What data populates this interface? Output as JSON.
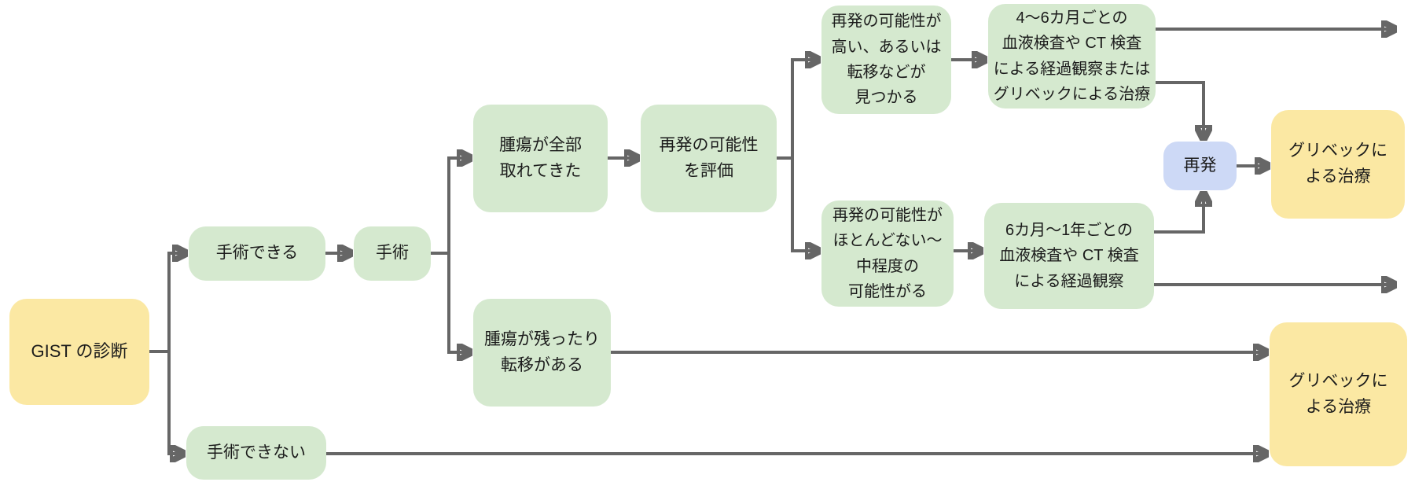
{
  "diagram": {
    "type": "flowchart",
    "language": "ja",
    "topic": "GIST treatment decision flow",
    "colors": {
      "green_node": "#d5e9cf",
      "yellow_node": "#fbe8a3",
      "blue_node": "#cdd9f6",
      "connector": "#666666",
      "text": "#1b1b1b",
      "background": "#ffffff"
    },
    "nodes": {
      "diagnosis": {
        "label": "GIST の診断",
        "color": "yellow"
      },
      "operable": {
        "label": "手術できる",
        "color": "green"
      },
      "surgery": {
        "label": "手術",
        "color": "green"
      },
      "inoperable": {
        "label": "手術できない",
        "color": "green"
      },
      "tumor_removed": {
        "label": "腫瘍が全部\n取れてきた",
        "color": "green"
      },
      "tumor_remains": {
        "label": "腫瘍が残ったり\n転移がある",
        "color": "green"
      },
      "evaluate": {
        "label": "再発の可能性\nを評価",
        "color": "green"
      },
      "high_risk": {
        "label": "再発の可能性が\n高い、あるいは\n転移などが\n見つかる",
        "color": "green"
      },
      "low_risk": {
        "label": "再発の可能性が\nほとんどない〜\n中程度の\n可能性がる",
        "color": "green"
      },
      "followup_4_6": {
        "label": "4〜6カ月ごとの\n血液検査や CT 検査\nによる経過観察または\nグリベックによる治療",
        "color": "green"
      },
      "followup_6_12": {
        "label": "6カ月〜1年ごとの\n血液検査や CT 検査\nによる経過観察",
        "color": "green"
      },
      "recurrence": {
        "label": "再発",
        "color": "blue"
      },
      "gleevec_top": {
        "label": "グリベックに\nよる治療",
        "color": "yellow"
      },
      "gleevec_bottom": {
        "label": "グリベックに\nよる治療",
        "color": "yellow"
      }
    },
    "edges": [
      {
        "from": "diagnosis",
        "to": "operable"
      },
      {
        "from": "diagnosis",
        "to": "inoperable"
      },
      {
        "from": "operable",
        "to": "surgery"
      },
      {
        "from": "surgery",
        "to": "tumor_removed"
      },
      {
        "from": "surgery",
        "to": "tumor_remains"
      },
      {
        "from": "tumor_removed",
        "to": "evaluate"
      },
      {
        "from": "evaluate",
        "to": "high_risk"
      },
      {
        "from": "evaluate",
        "to": "low_risk"
      },
      {
        "from": "high_risk",
        "to": "followup_4_6"
      },
      {
        "from": "followup_4_6",
        "to": "off-chart-right-top"
      },
      {
        "from": "followup_4_6",
        "to": "recurrence"
      },
      {
        "from": "low_risk",
        "to": "followup_6_12"
      },
      {
        "from": "followup_6_12",
        "to": "recurrence"
      },
      {
        "from": "followup_6_12",
        "to": "off-chart-right-middle"
      },
      {
        "from": "recurrence",
        "to": "gleevec_top"
      },
      {
        "from": "tumor_remains",
        "to": "gleevec_bottom"
      },
      {
        "from": "inoperable",
        "to": "gleevec_bottom"
      }
    ]
  }
}
